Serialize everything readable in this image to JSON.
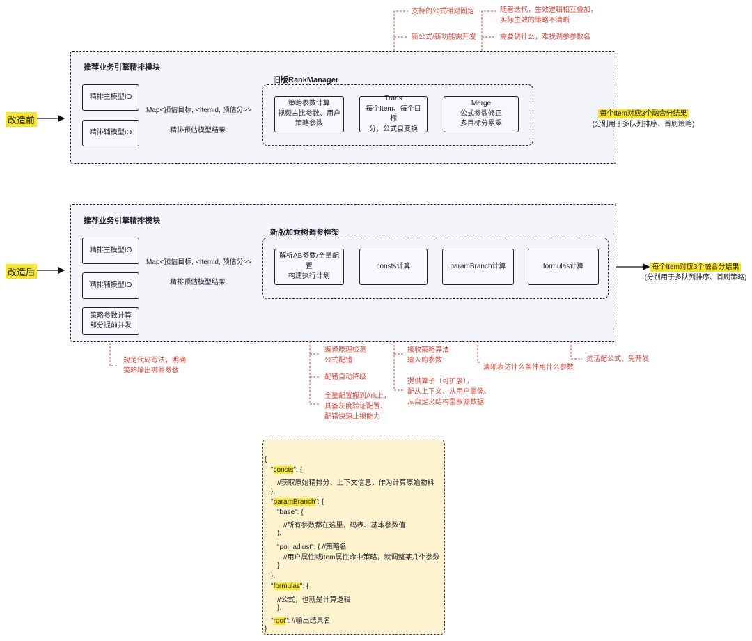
{
  "before": {
    "side_label": "改造前",
    "module_title": "推荐业务引擎精排模块",
    "model_main": "精排主模型IO",
    "model_aux": "精排辅模型IO",
    "map_label": "Map<预估目标, <Itemid, 预估分>>",
    "map_sublabel": "精排预估模型结果",
    "inner_title": "旧版RankManager",
    "box1": "策略参数计算\n视频占比参数、用户\n策略参数",
    "box2": "Trans\n每个Item、每个目标\n分，公式自变换",
    "box3": "Merge\n公式参数修正\n多目标分累乘",
    "result_main": "每个Item对应3个融合分结果",
    "result_sub": "(分别用于多队列排序、首刷策略)",
    "note1": "支持的公式相对固定",
    "note2": "新公式/新功能需开发",
    "note3": "随着迭代，生效逻辑相互叠加，\n实际生效的策略不清晰",
    "note4": "需要调什么，难找调参参数名"
  },
  "after": {
    "side_label": "改造后",
    "module_title": "推荐业务引擎精排模块",
    "model_main": "精排主模型IO",
    "model_aux": "精排辅模型IO",
    "strategy_box": "策略参数计算\n部分提前并发",
    "map_label": "Map<预估目标, <Itemid, 预估分>>",
    "map_sublabel": "精排预估模型结果",
    "inner_title": "新版加乘树调参框架",
    "box1": "解析AB参数/全量配置\n构建执行计划",
    "box2": "consts计算",
    "box3": "paramBranch计算",
    "box4": "formulas计算",
    "result_main": "每个Item对应3个融合分结果",
    "result_sub": "(分别用于多队列排序、首刷策略)",
    "note_left": "规范代码写法，明确\n策略输出哪些参数",
    "note_a1": "编译原理检测\n公式配错",
    "note_a2": "配错自动降级",
    "note_a3": "全量配置搬到Ark上，\n具备灰度验证配置、\n配错快速止损能力",
    "note_b1": "接收策略算法\n输入的参数",
    "note_b2": "提供算子（可扩展），\n配从上下文、从用户画像、\n从自定义结构里取源数据",
    "note_c": "清晰表达什么条件用什么参数",
    "note_d": "灵活配公式、免开发"
  },
  "json_config": {
    "lines": [
      {
        "indent": 0,
        "pre": "{",
        "key": "",
        "post": ""
      },
      {
        "indent": 1,
        "pre": "\"",
        "key": "consts",
        "post": "\": {"
      },
      {
        "indent": 2,
        "pre": "//获取原始精排分、上下文信息，作为计算原始物料",
        "key": "",
        "post": ""
      },
      {
        "indent": 1,
        "pre": "},",
        "key": "",
        "post": ""
      },
      {
        "indent": 1,
        "pre": "\"",
        "key": "paramBranch",
        "post": "\": {"
      },
      {
        "indent": 2,
        "pre": "\"base\": {",
        "key": "",
        "post": ""
      },
      {
        "indent": 3,
        "pre": "//所有参数都在这里，码表、基本参数值",
        "key": "",
        "post": ""
      },
      {
        "indent": 2,
        "pre": "},",
        "key": "",
        "post": ""
      },
      {
        "indent": 2,
        "pre": "\"poi_adjust\": { //策略名",
        "key": "",
        "post": ""
      },
      {
        "indent": 3,
        "pre": "//用户属性或item属性命中策略，就调整某几个参数",
        "key": "",
        "post": ""
      },
      {
        "indent": 2,
        "pre": "}",
        "key": "",
        "post": ""
      },
      {
        "indent": 1,
        "pre": "},",
        "key": "",
        "post": ""
      },
      {
        "indent": 1,
        "pre": "\"",
        "key": "formulas",
        "post": "\": {"
      },
      {
        "indent": 2,
        "pre": "//公式，也就是计算逻辑",
        "key": "",
        "post": ""
      },
      {
        "indent": 2,
        "pre": "},",
        "key": "",
        "post": ""
      },
      {
        "indent": 1,
        "pre": "\"",
        "key": "root",
        "post": "\": //输出结果名"
      },
      {
        "indent": 0,
        "pre": "}",
        "key": "",
        "post": ""
      }
    ]
  },
  "colors": {
    "note_red": "#d8453a",
    "highlight": "#f6e52a",
    "module_bg": "#f3f5fb",
    "json_bg": "#fdf3cf"
  }
}
